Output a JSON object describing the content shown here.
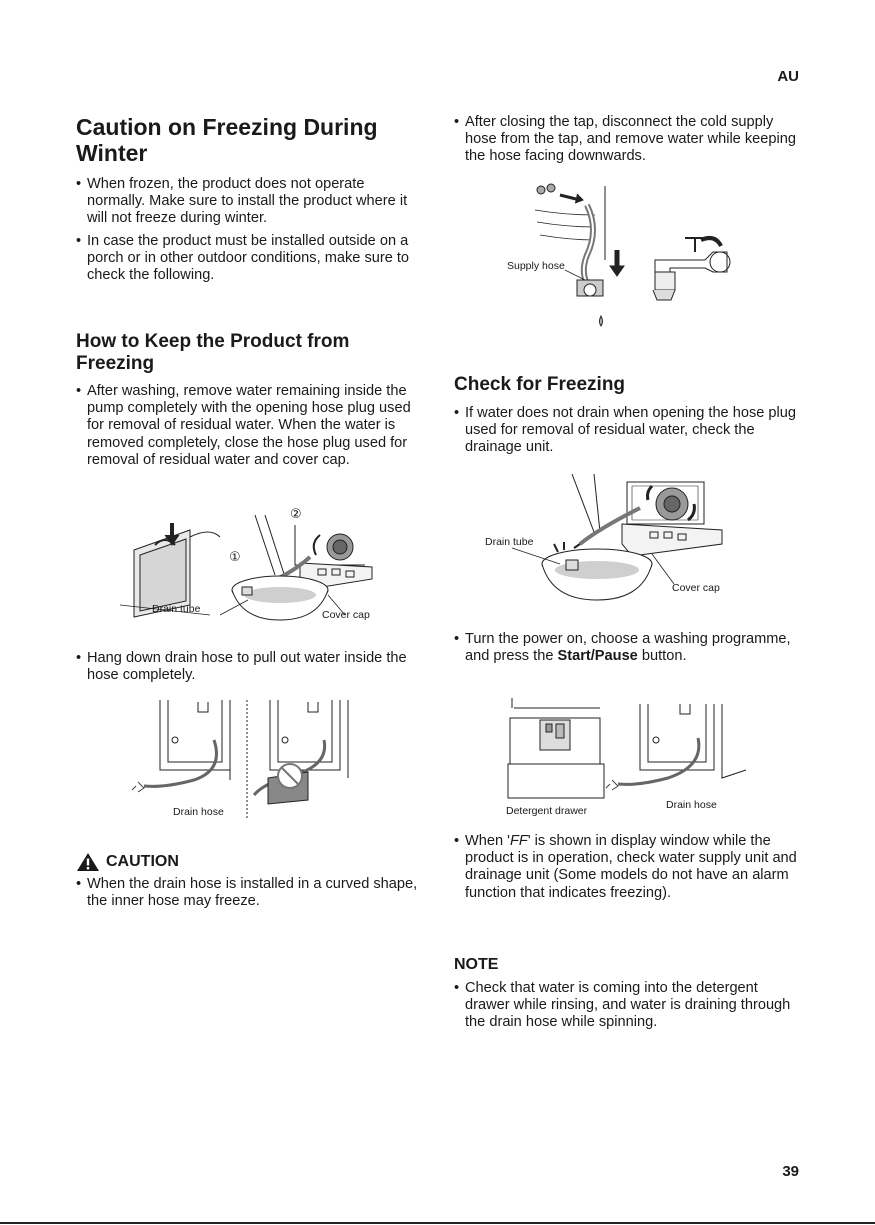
{
  "header": {
    "region": "AU"
  },
  "footer": {
    "page_number": "39"
  },
  "left": {
    "freezing_title_line1": "Caution on Freezing During",
    "freezing_title_line2": "Winter",
    "freezing_bullets": [
      "When frozen, the product does not operate normally. Make sure to install the product where it will not freeze during winter.",
      "In case the product must be installed outside on a porch or in other outdoor conditions, make sure to check the following."
    ],
    "keep_title_line1": "How to Keep the Product from",
    "keep_title_line2": "Freezing",
    "keep_bullet": "After washing, remove water remaining inside the pump completely with the opening hose plug used for removal of residual water. When the water is removed completely, close the hose plug used for removal of residual water and cover cap.",
    "fig1": {
      "step1": "①",
      "step2": "②",
      "drain_tube": "Drain tube",
      "cover_cap": "Cover cap"
    },
    "hang_bullet": "Hang down drain hose to pull out water inside the hose completely.",
    "fig2": {
      "drain_hose": "Drain hose"
    },
    "caution_title": "CAUTION",
    "caution_bullet": "When the drain hose is installed in a curved shape, the inner hose may freeze."
  },
  "right": {
    "tap_bullet": "After closing the tap, disconnect the cold supply hose from the tap, and remove water while keeping the hose facing downwards.",
    "fig3": {
      "supply_hose": "Supply hose"
    },
    "check_title": "Check for Freezing",
    "check_bullet": "If water does not drain when opening the hose plug used for removal of residual water, check the drainage unit.",
    "fig4": {
      "drain_tube": "Drain tube",
      "cover_cap": "Cover cap"
    },
    "power_bullet_a": "Turn the power on, choose a washing programme, and press the ",
    "power_bullet_bold": "Start/Pause",
    "power_bullet_b": " button.",
    "fig5": {
      "detergent_drawer": "Detergent drawer",
      "drain_hose": "Drain hose"
    },
    "ff_bullet_a": "When '",
    "ff_code": "FF",
    "ff_bullet_b": "' is shown in display window while the product is in operation, check water supply unit and drainage unit (Some models do not have an alarm function that indicates freezing).",
    "note_title": "NOTE",
    "note_bullet": "Check that water is coming into the detergent drawer while rinsing, and water is draining through the drain hose while spinning."
  }
}
